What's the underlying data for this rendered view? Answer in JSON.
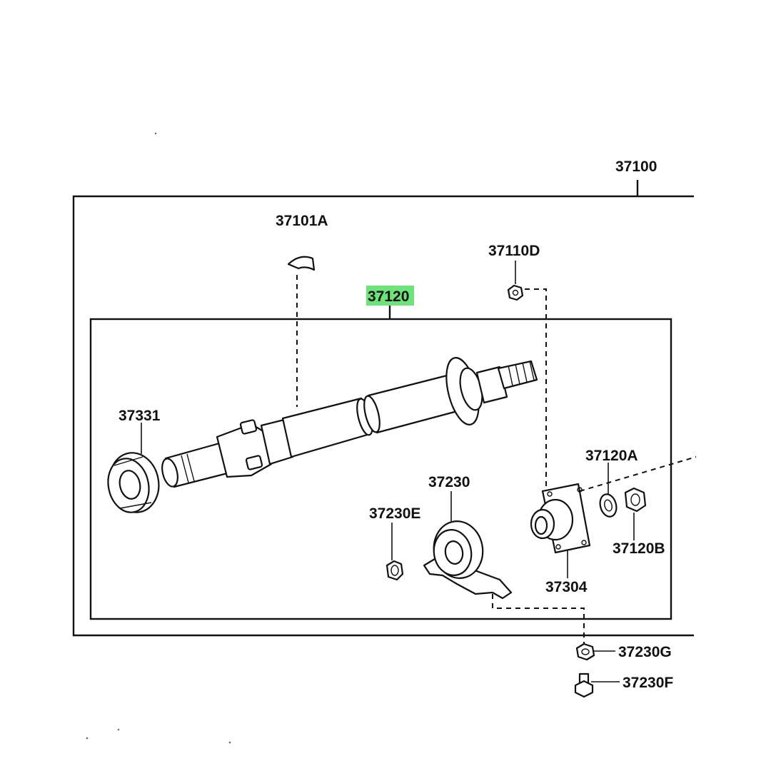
{
  "diagram": {
    "labels": {
      "assembly": "37100",
      "shaft_assembly": "37120",
      "balance_weight": "37101A",
      "nut_top": "37110D",
      "dust_seal": "37331",
      "washer_a": "37120A",
      "nut_b": "37120B",
      "center_bearing": "37230",
      "washer_e": "37230E",
      "flange": "37304",
      "washer_g": "37230G",
      "bolt_f": "37230F"
    },
    "highlighted_label": "37120",
    "colors": {
      "line": "#111111",
      "highlight": "#6de37a",
      "background": "#ffffff"
    }
  }
}
